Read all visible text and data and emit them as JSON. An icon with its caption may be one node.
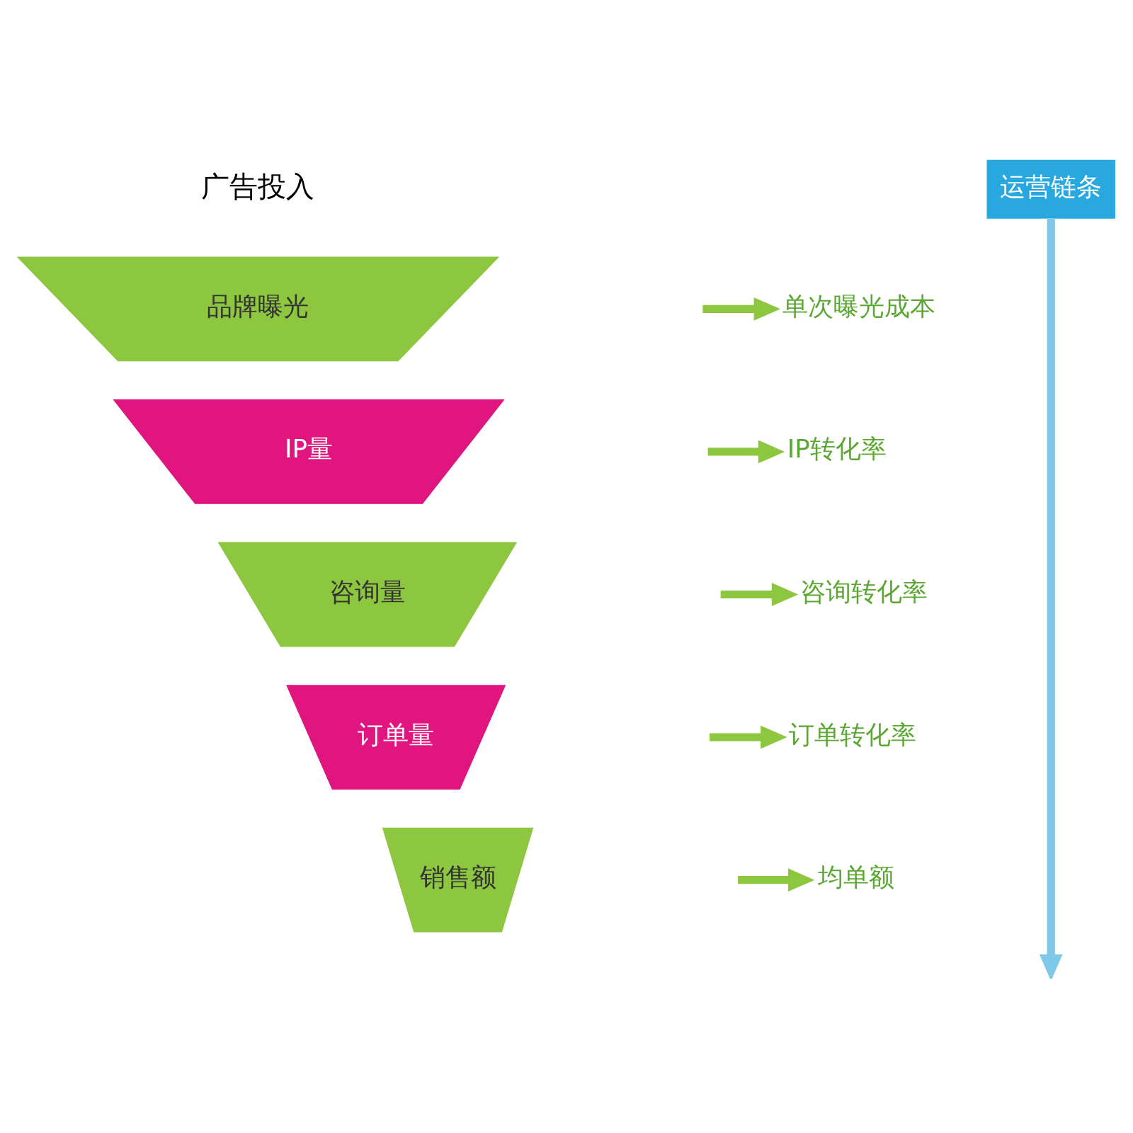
{
  "diagram": {
    "nodes": [
      {
        "text": [
          "运营链条"
        ]
      },
      {
        "text": [
          "品牌曝光"
        ]
      },
      {
        "text": [
          "IP量"
        ]
      },
      {
        "text": [
          "咨询量"
        ]
      },
      {
        "text": [
          "订单量"
        ]
      },
      {
        "text": [
          "销售额"
        ]
      },
      {
        "text": [
          "单次曝光成本"
        ]
      },
      {
        "text": [
          "IP转化率"
        ]
      },
      {
        "text": [
          "咨询转化率"
        ]
      },
      {
        "text": [
          "订单转化率"
        ]
      },
      {
        "text": [
          "均单额"
        ]
      }
    ],
    "edges": [
      {
        "from": 0,
        "to": null,
        "arrow": "to",
        "color": "#7ec8e8"
      },
      {
        "from": null,
        "to": 6,
        "arrow": "to"
      },
      {
        "from": null,
        "to": 7,
        "arrow": "to"
      },
      {
        "from": null,
        "to": 8,
        "arrow": "to"
      },
      {
        "from": null,
        "to": 9,
        "arrow": "to"
      },
      {
        "from": null,
        "to": 10,
        "arrow": "to"
      }
    ],
    "labels": [
      "广告投入"
    ]
  }
}
